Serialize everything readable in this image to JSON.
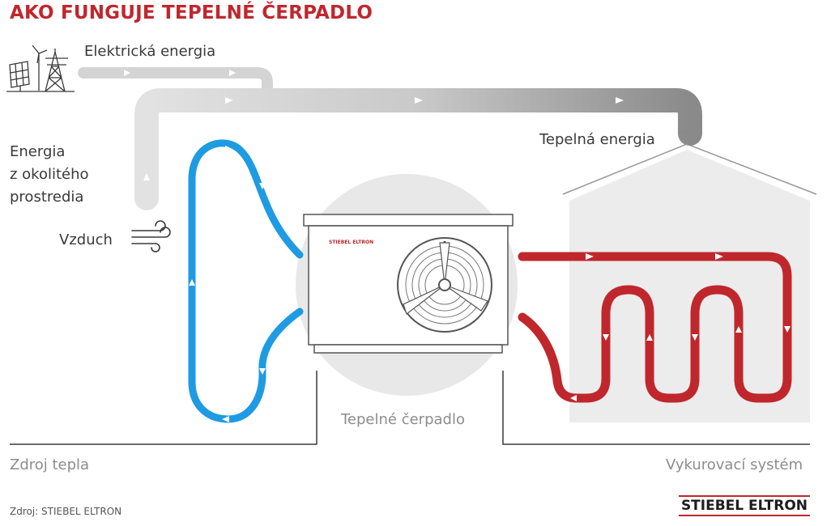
{
  "title": "AKO FUNGUJE TEPELNÉ ČERPADLO",
  "labels": {
    "electric_energy": "Elektrická energia",
    "thermal_energy": "Tepelná energia",
    "ambient_line1": "Energia",
    "ambient_line2": "z okolitého",
    "ambient_line3": "prostredia",
    "air": "Vzduch",
    "heat_pump": "Tepelné čerpadlo",
    "heat_source": "Zdroj tepla",
    "heating_system": "Vykurovací systém",
    "unit_brand": "STIEBEL ELTRON"
  },
  "footer": {
    "source": "Zdroj: STIEBEL ELTRON",
    "brand": "STIEBEL ELTRON"
  },
  "colors": {
    "title_red": "#c0272d",
    "blue_circuit": "#1e9be2",
    "red_circuit": "#c0272d",
    "energy_gray": "#c8c8c8",
    "house_fill": "#ececec"
  },
  "icons": [
    "solar-panel-icon",
    "power-pylon-icon",
    "wind-turbine-icon",
    "air-wind-icon",
    "fan-icon"
  ]
}
